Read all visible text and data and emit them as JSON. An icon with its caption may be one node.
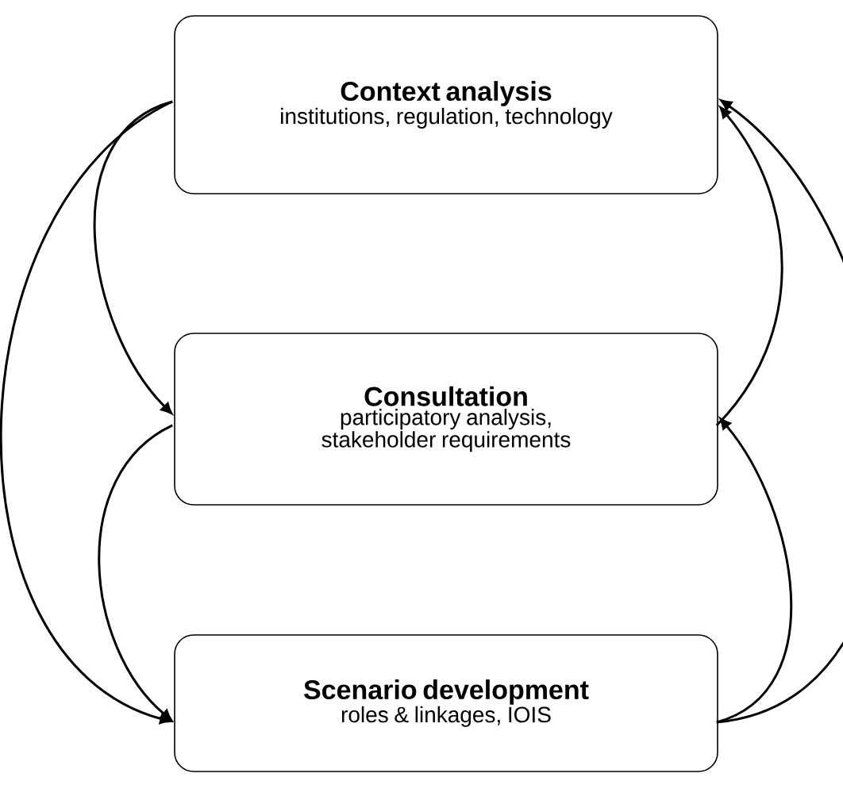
{
  "diagram": {
    "nodes": [
      {
        "text": [
          "Context analysis",
          "institutions, regulation, technology"
        ]
      },
      {
        "text": [
          "Consultation",
          "participatory analysis, stakeholder requirements"
        ]
      },
      {
        "text": [
          "Scenario development",
          "roles & linkages, IOIS"
        ]
      }
    ],
    "edges": [
      {
        "from": 0,
        "to": 1,
        "arrow": "to"
      },
      {
        "from": 0,
        "to": 2,
        "arrow": "to"
      },
      {
        "from": 1,
        "to": 2,
        "arrow": "to"
      },
      {
        "from": 2,
        "to": 1,
        "arrow": "to"
      },
      {
        "from": 1,
        "to": 0,
        "arrow": "to"
      },
      {
        "from": 2,
        "to": 0,
        "arrow": "to"
      }
    ]
  }
}
